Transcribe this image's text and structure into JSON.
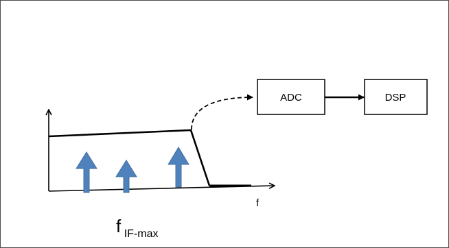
{
  "blocks": {
    "adc": {
      "label": "ADC"
    },
    "dsp": {
      "label": "DSP"
    }
  },
  "spectrum": {
    "x_axis_label": "f",
    "caption": {
      "main": "f",
      "subscript": "IF-max"
    }
  },
  "colors": {
    "line": "#000000",
    "arrow_fill": "#4f81bd",
    "frame": "#4a4a4a"
  }
}
